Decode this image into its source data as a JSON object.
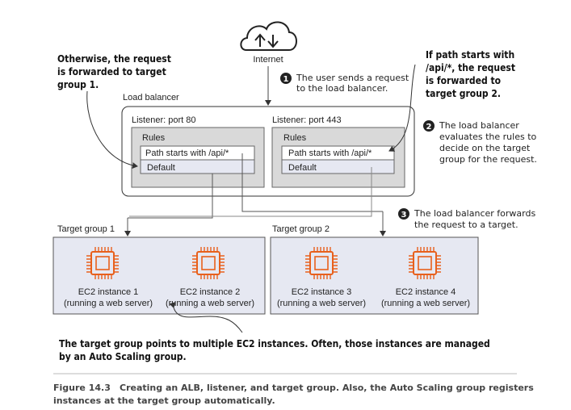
{
  "internet": {
    "label": "Internet"
  },
  "load_balancer": {
    "title": "Load balancer",
    "listeners": [
      {
        "title": "Listener: port 80",
        "rules_title": "Rules",
        "rule": "Path starts with /api/*",
        "default": "Default"
      },
      {
        "title": "Listener: port 443",
        "rules_title": "Rules",
        "rule": "Path starts with /api/*",
        "default": "Default"
      }
    ]
  },
  "target_groups": [
    {
      "title": "Target group 1",
      "instances": [
        {
          "name": "EC2 instance 1",
          "desc": "(running a web server)"
        },
        {
          "name": "EC2 instance 2",
          "desc": "(running a web server)"
        }
      ]
    },
    {
      "title": "Target group 2",
      "instances": [
        {
          "name": "EC2 instance 3",
          "desc": "(running a web server)"
        },
        {
          "name": "EC2 instance 4",
          "desc": "(running a web server)"
        }
      ]
    }
  ],
  "steps": [
    {
      "number": "1",
      "lines": [
        "The user sends a request",
        "to the load balancer."
      ]
    },
    {
      "number": "2",
      "lines": [
        "The load balancer",
        "evaluates the rules to",
        "decide on the target",
        "group for the request."
      ]
    },
    {
      "number": "3",
      "lines": [
        "The load balancer forwards",
        "the request to a target."
      ]
    }
  ],
  "annotations": {
    "otherwise": [
      "Otherwise, the request",
      "is forwarded to target",
      "group 1."
    ],
    "api_path": [
      "If path starts with",
      "/api/*, the request",
      "is forwarded to",
      "target group 2."
    ],
    "target_group_note": [
      "The target group points to multiple EC2 instances. Often, those instances are managed",
      "by an Auto Scaling group."
    ]
  },
  "caption": {
    "label": "Figure 14.3",
    "lines": [
      "Creating an ALB, listener, and target group. Also, the Auto Scaling group registers",
      "instances at the target group automatically."
    ]
  },
  "colors": {
    "box_fill": "#e6e8f2",
    "rules_fill": "#d9d9d9",
    "chip": "#e8601c",
    "step_circle": "#222222",
    "line": "#444444"
  }
}
